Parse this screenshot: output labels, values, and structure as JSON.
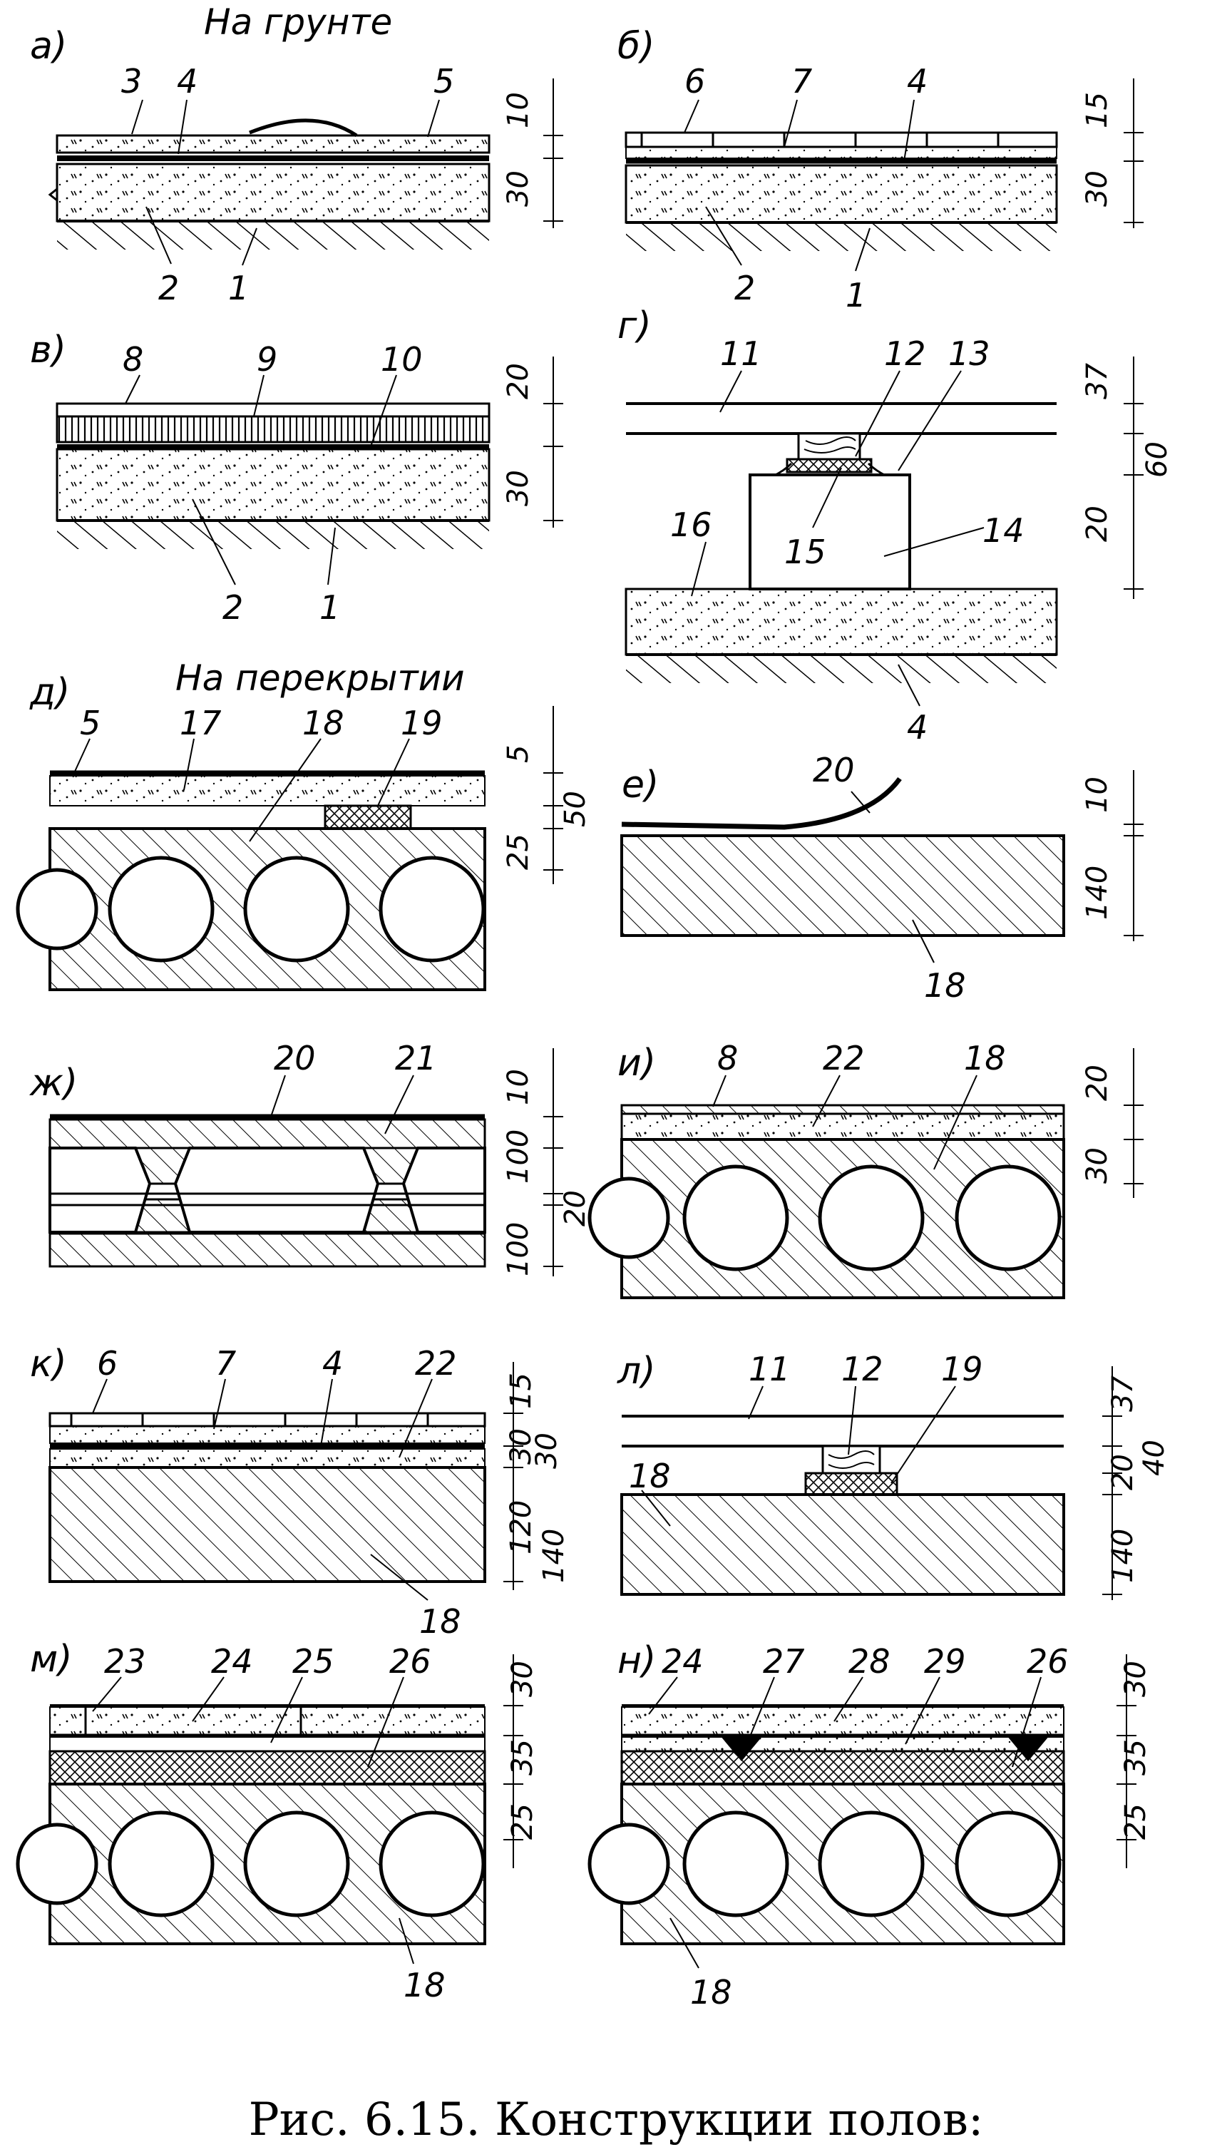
{
  "colors": {
    "ink": "#000000",
    "background": "#ffffff"
  },
  "headings": {
    "ground": "На грунте",
    "slab": "На перекрытии"
  },
  "caption": "Рис. 6.15. Конструкции полов:",
  "panels": [
    {
      "letter": "а)",
      "callouts": [
        "3",
        "4",
        "5",
        "2",
        "1"
      ],
      "dims": [
        "10",
        "30"
      ]
    },
    {
      "letter": "б)",
      "callouts": [
        "6",
        "7",
        "4",
        "2",
        "1"
      ],
      "dims": [
        "15",
        "30"
      ]
    },
    {
      "letter": "в)",
      "callouts": [
        "8",
        "9",
        "10",
        "2",
        "1"
      ],
      "dims": [
        "20",
        "30"
      ]
    },
    {
      "letter": "г)",
      "callouts": [
        "11",
        "12",
        "13",
        "15",
        "14",
        "16",
        "4"
      ],
      "dims": [
        "37",
        "60",
        "20"
      ]
    },
    {
      "letter": "д)",
      "callouts": [
        "5",
        "17",
        "18",
        "19"
      ],
      "dims": [
        "5",
        "50",
        "25"
      ]
    },
    {
      "letter": "е)",
      "callouts": [
        "20",
        "18"
      ],
      "dims": [
        "10",
        "140"
      ]
    },
    {
      "letter": "ж)",
      "callouts": [
        "20",
        "21"
      ],
      "dims": [
        "10",
        "100",
        "20",
        "100"
      ]
    },
    {
      "letter": "и)",
      "callouts": [
        "8",
        "22",
        "18"
      ],
      "dims": [
        "20",
        "30"
      ]
    },
    {
      "letter": "к)",
      "callouts": [
        "6",
        "7",
        "4",
        "22",
        "18"
      ],
      "dims": [
        "15",
        "30",
        "30",
        "120",
        "140"
      ]
    },
    {
      "letter": "л)",
      "callouts": [
        "11",
        "12",
        "19",
        "18"
      ],
      "dims": [
        "37",
        "20",
        "40",
        "140"
      ]
    },
    {
      "letter": "м)",
      "callouts": [
        "23",
        "24",
        "25",
        "26",
        "18"
      ],
      "dims": [
        "30",
        "35",
        "25"
      ]
    },
    {
      "letter": "н)",
      "callouts": [
        "24",
        "27",
        "28",
        "29",
        "26",
        "18"
      ],
      "dims": [
        "30",
        "35",
        "25"
      ]
    }
  ]
}
